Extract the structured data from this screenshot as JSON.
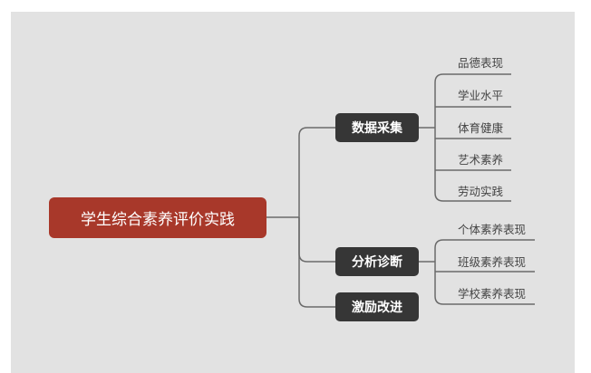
{
  "colors": {
    "root_bg": "#a8382a",
    "branch_bg": "#363636",
    "line": "#6a6a6a",
    "canvas_bg": "#e2e2e2"
  },
  "root": {
    "label": "学生综合素养评价实践"
  },
  "branches": [
    {
      "label": "数据采集",
      "children": [
        "品德表现",
        "学业水平",
        "体育健康",
        "艺术素养",
        "劳动实践"
      ]
    },
    {
      "label": "分析诊断",
      "children": [
        "个体素养表现",
        "班级素养表现",
        "学校素养表现"
      ]
    },
    {
      "label": "激励改进",
      "children": []
    }
  ]
}
